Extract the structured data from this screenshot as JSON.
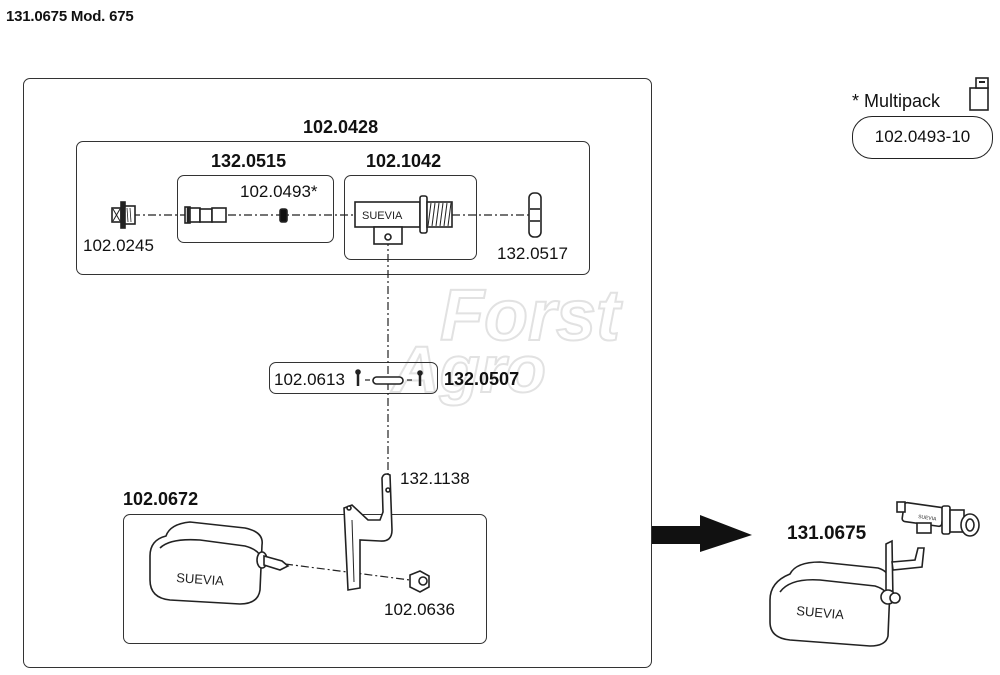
{
  "header": {
    "title": "131.0675 Mod. 675"
  },
  "groups": {
    "outer_assembly": {
      "label": "102.0428"
    },
    "sub_assembly_a": {
      "label": "132.0515"
    },
    "sub_assembly_b": {
      "label": "102.1042"
    },
    "pin_set": {
      "label": "132.0507"
    },
    "float_set": {
      "label": "102.0672"
    }
  },
  "parts": {
    "plug": "102.0245",
    "seal": "102.0493*",
    "nut_top": "132.0517",
    "pin": "102.0613",
    "arm": "132.1138",
    "nut_bottom": "102.0636"
  },
  "brand_labels": {
    "valve": "SUEVIA",
    "float": "SUEVIA",
    "assembled_float": "SUEVIA",
    "assembled_valve": "SUEVIA"
  },
  "multipack": {
    "label": "* Multipack",
    "code": "102.0493-10",
    "icon": "multipack-box-icon"
  },
  "result": {
    "label": "131.0675",
    "arrow_icon": "arrow-right-icon"
  },
  "watermark": {
    "line1": "Forst",
    "line2": "Agro"
  },
  "colors": {
    "line": "#333333",
    "text": "#111111",
    "watermark": "#e4e4e4"
  }
}
